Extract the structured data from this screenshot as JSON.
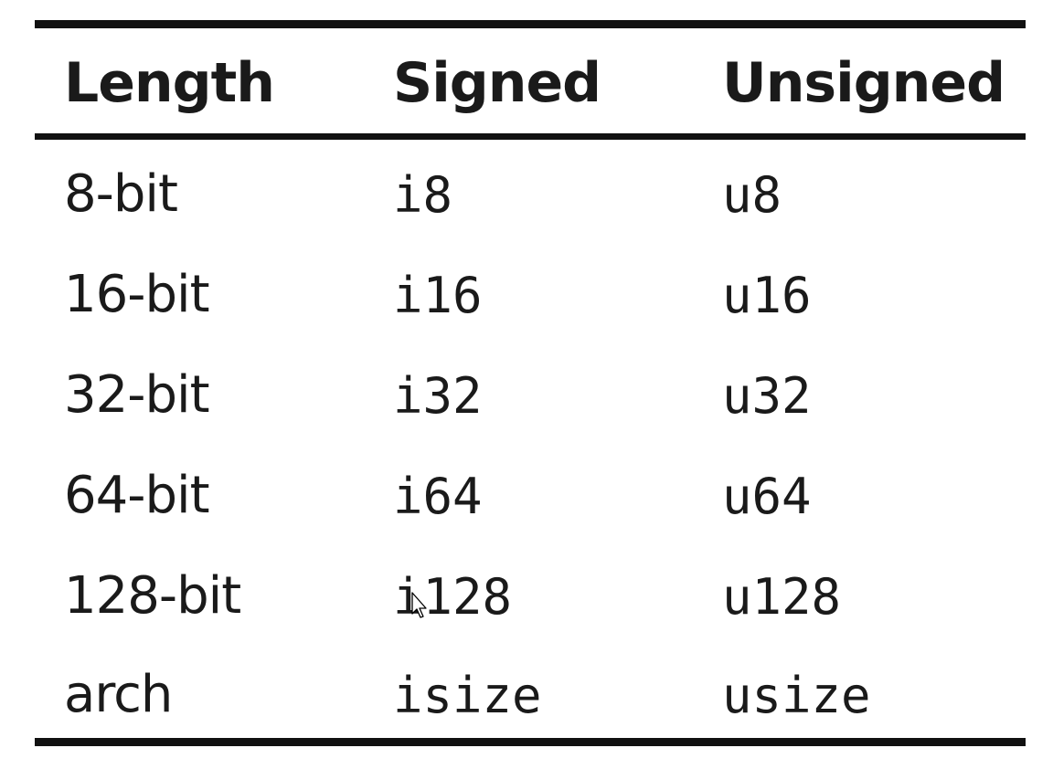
{
  "table": {
    "headers": [
      "Length",
      "Signed",
      "Unsigned"
    ],
    "rows": [
      {
        "length": "8-bit",
        "signed": "i8",
        "unsigned": "u8"
      },
      {
        "length": "16-bit",
        "signed": "i16",
        "unsigned": "u16"
      },
      {
        "length": "32-bit",
        "signed": "i32",
        "unsigned": "u32"
      },
      {
        "length": "64-bit",
        "signed": "i64",
        "unsigned": "u64"
      },
      {
        "length": "128-bit",
        "signed": "i128",
        "unsigned": "u128"
      },
      {
        "length": "arch",
        "signed": "isize",
        "unsigned": "usize"
      }
    ]
  },
  "icons": {
    "cursor": "mouse-pointer-icon"
  }
}
